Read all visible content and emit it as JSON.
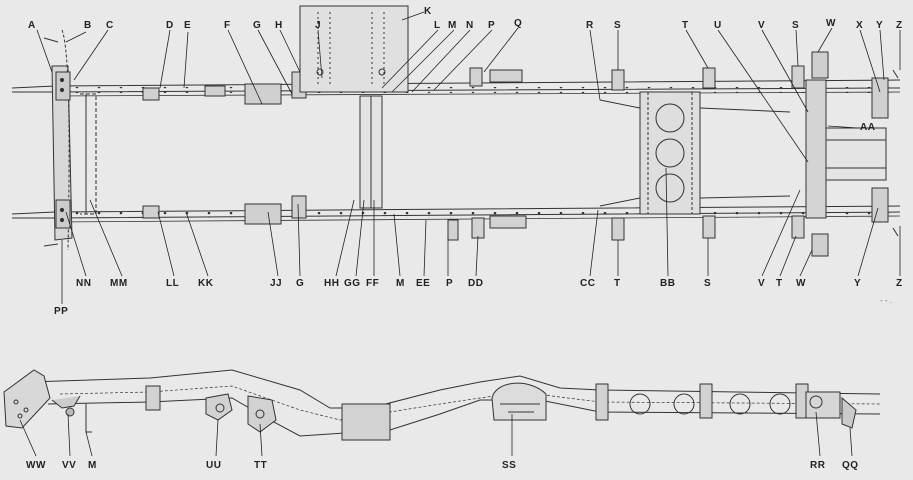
{
  "diagram": {
    "top_labels": [
      "A",
      "B",
      "C",
      "D",
      "E",
      "F",
      "G",
      "H",
      "J",
      "K",
      "L",
      "M",
      "N",
      "P",
      "Q",
      "R",
      "S",
      "T",
      "U",
      "V",
      "S",
      "W",
      "X",
      "Y",
      "Z"
    ],
    "right_labels": [
      "AA"
    ],
    "bottom_labels": [
      "PP",
      "NN",
      "MM",
      "LL",
      "KK",
      "JJ",
      "G",
      "HH",
      "GG",
      "FF",
      "M",
      "EE",
      "P",
      "DD",
      "CC",
      "T",
      "BB",
      "S",
      "V",
      "T",
      "W",
      "Y",
      "Z"
    ],
    "side_view_labels": [
      "WW",
      "VV",
      "M",
      "UU",
      "TT",
      "SS",
      "RR",
      "QQ"
    ],
    "corner_mark": "- - ."
  }
}
